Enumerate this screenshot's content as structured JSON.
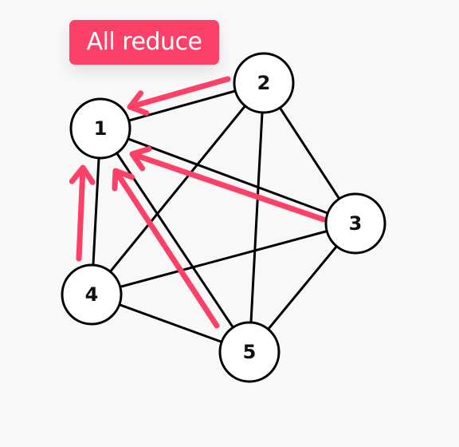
{
  "title": "All reduce",
  "colors": {
    "accent": "#fb4168",
    "node_stroke": "#000000",
    "node_fill": "#ffffff",
    "edge": "#000000",
    "background": "#f8f8f8"
  },
  "nodes": [
    {
      "id": "1",
      "label": "1"
    },
    {
      "id": "2",
      "label": "2"
    },
    {
      "id": "3",
      "label": "3"
    },
    {
      "id": "4",
      "label": "4"
    },
    {
      "id": "5",
      "label": "5"
    }
  ],
  "edges": [
    {
      "from": "1",
      "to": "2"
    },
    {
      "from": "1",
      "to": "3"
    },
    {
      "from": "1",
      "to": "4"
    },
    {
      "from": "1",
      "to": "5"
    },
    {
      "from": "2",
      "to": "3"
    },
    {
      "from": "2",
      "to": "4"
    },
    {
      "from": "2",
      "to": "5"
    },
    {
      "from": "3",
      "to": "4"
    },
    {
      "from": "3",
      "to": "5"
    },
    {
      "from": "4",
      "to": "5"
    }
  ],
  "arrows": [
    {
      "from": "2",
      "to": "1"
    },
    {
      "from": "3",
      "to": "1"
    },
    {
      "from": "4",
      "to": "1"
    },
    {
      "from": "5",
      "to": "1"
    }
  ]
}
